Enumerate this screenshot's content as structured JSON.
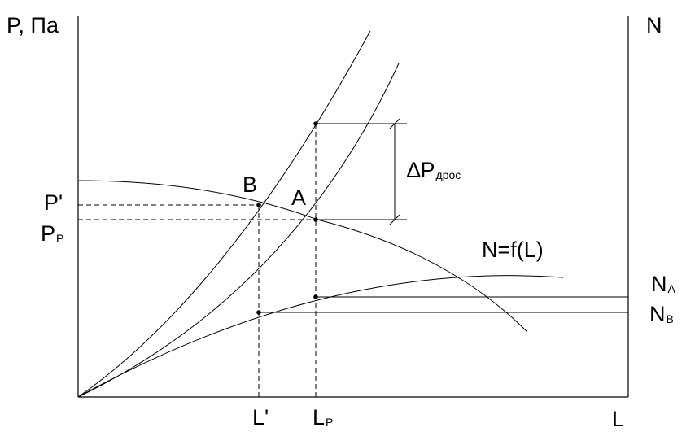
{
  "diagram": {
    "labels": {
      "y_left": "P, Па",
      "y_right": "N",
      "x_axis": "L",
      "point_b": "B",
      "point_a": "A",
      "p_prime": "P'",
      "p_r_main": "P",
      "p_r_sub": "Р",
      "delta_p_main": "∆P",
      "delta_p_sub": "дрос",
      "n_curve": "N=f(L)",
      "n_a_main": "N",
      "n_a_sub": "А",
      "n_b_main": "N",
      "n_b_sub": "В",
      "l_prime": "L'",
      "l_r_main": "L",
      "l_r_sub": "Р"
    },
    "colors": {
      "ink": "#000000",
      "background": "#ffffff"
    }
  }
}
